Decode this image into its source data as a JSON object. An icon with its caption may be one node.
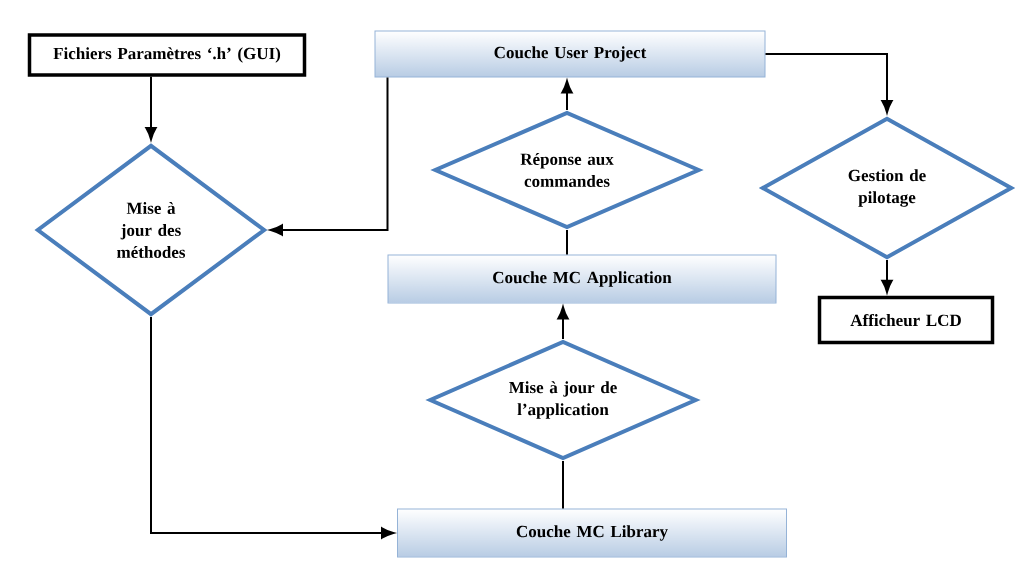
{
  "diagram": {
    "nodes": [
      {
        "text": [
          "Fichiers Paramètres ‘.h’ (GUI)"
        ]
      },
      {
        "text": [
          "Couche User Project"
        ]
      },
      {
        "text": [
          "Mise à jour des méthodes"
        ]
      },
      {
        "text": [
          "Réponse aux commandes"
        ]
      },
      {
        "text": [
          "Gestion de pilotage"
        ]
      },
      {
        "text": [
          "Couche MC Application"
        ]
      },
      {
        "text": [
          "Mise à jour de l’application"
        ]
      },
      {
        "text": [
          "Afficheur LCD"
        ]
      },
      {
        "text": [
          "Couche MC Library"
        ]
      }
    ],
    "edges": [
      {
        "from": 0,
        "to": 2,
        "arrow": "to"
      },
      {
        "from": 1,
        "to": 2,
        "arrow": "to"
      },
      {
        "from": 1,
        "to": 4,
        "arrow": "to"
      },
      {
        "from": 3,
        "to": 1,
        "arrow": "to"
      },
      {
        "from": 5,
        "to": 3,
        "arrow": "none"
      },
      {
        "from": 6,
        "to": 5,
        "arrow": "to"
      },
      {
        "from": 8,
        "to": 6,
        "arrow": "none"
      },
      {
        "from": 4,
        "to": 7,
        "arrow": "to"
      },
      {
        "from": 2,
        "to": 8,
        "arrow": "to"
      }
    ]
  }
}
